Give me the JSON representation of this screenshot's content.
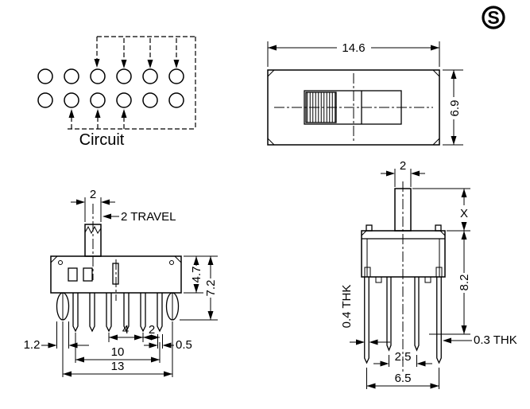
{
  "drawing": {
    "background": "#ffffff",
    "ink": "#000000",
    "logo_letter": "S",
    "circuit": {
      "label": "Circuit",
      "columns": 6,
      "rows": 2,
      "contact_fills": [
        [
          "#000000",
          "#ffffff",
          "#000000",
          "#ffffff",
          "#ffffff",
          "#ffffff"
        ],
        [
          "#000000",
          "#000000",
          "#000000",
          "#ffffff",
          "#ffffff",
          "#ffffff"
        ]
      ]
    },
    "top_view": {
      "width_dim": "14.6",
      "height_dim": "6.9"
    },
    "front_view": {
      "knob_width_dim": "2",
      "travel_label": "2 TRAVEL",
      "body_height_dim": "4.7",
      "height_to_base_dim": "7.2",
      "foot_width_dim": "1.2",
      "inner_span_dim": "4",
      "pin_pitch_dim": "2",
      "pin_width_dim": "0.5",
      "pin_span_dim": "10",
      "overall_width_dim": "13"
    },
    "side_view": {
      "knob_width_dim": "2",
      "knob_height_dim": "X",
      "body_to_pin_dim": "8.2",
      "left_pin_thickness_label": "0.4 THK",
      "right_pin_thickness_label": "0.3 THK",
      "center_pin_gap_dim": "2.5",
      "outer_pin_span_dim": "6.5"
    }
  }
}
